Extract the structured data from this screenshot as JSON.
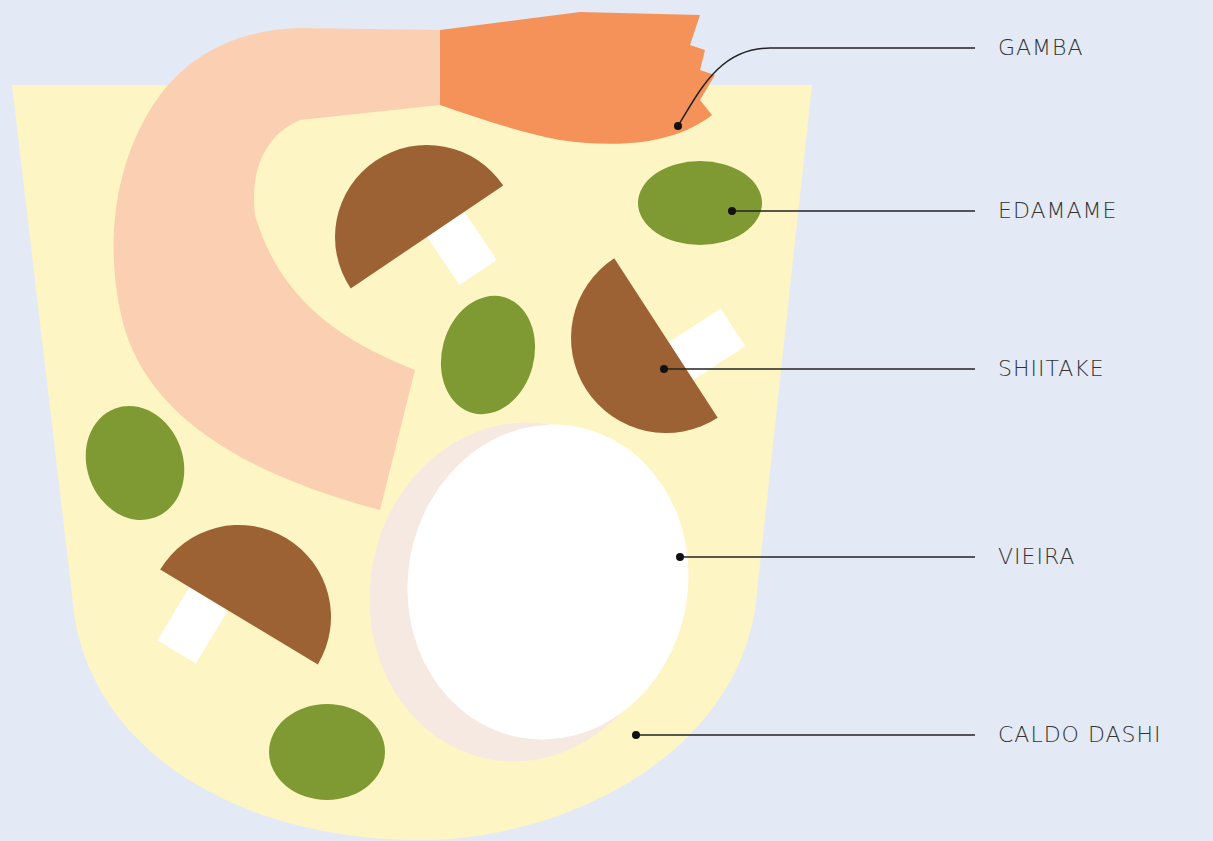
{
  "diagram": {
    "labels": [
      "GAMBA",
      "EDAMAME",
      "SHIITAKE",
      "VIEIRA",
      "CALDO DASHI"
    ]
  }
}
